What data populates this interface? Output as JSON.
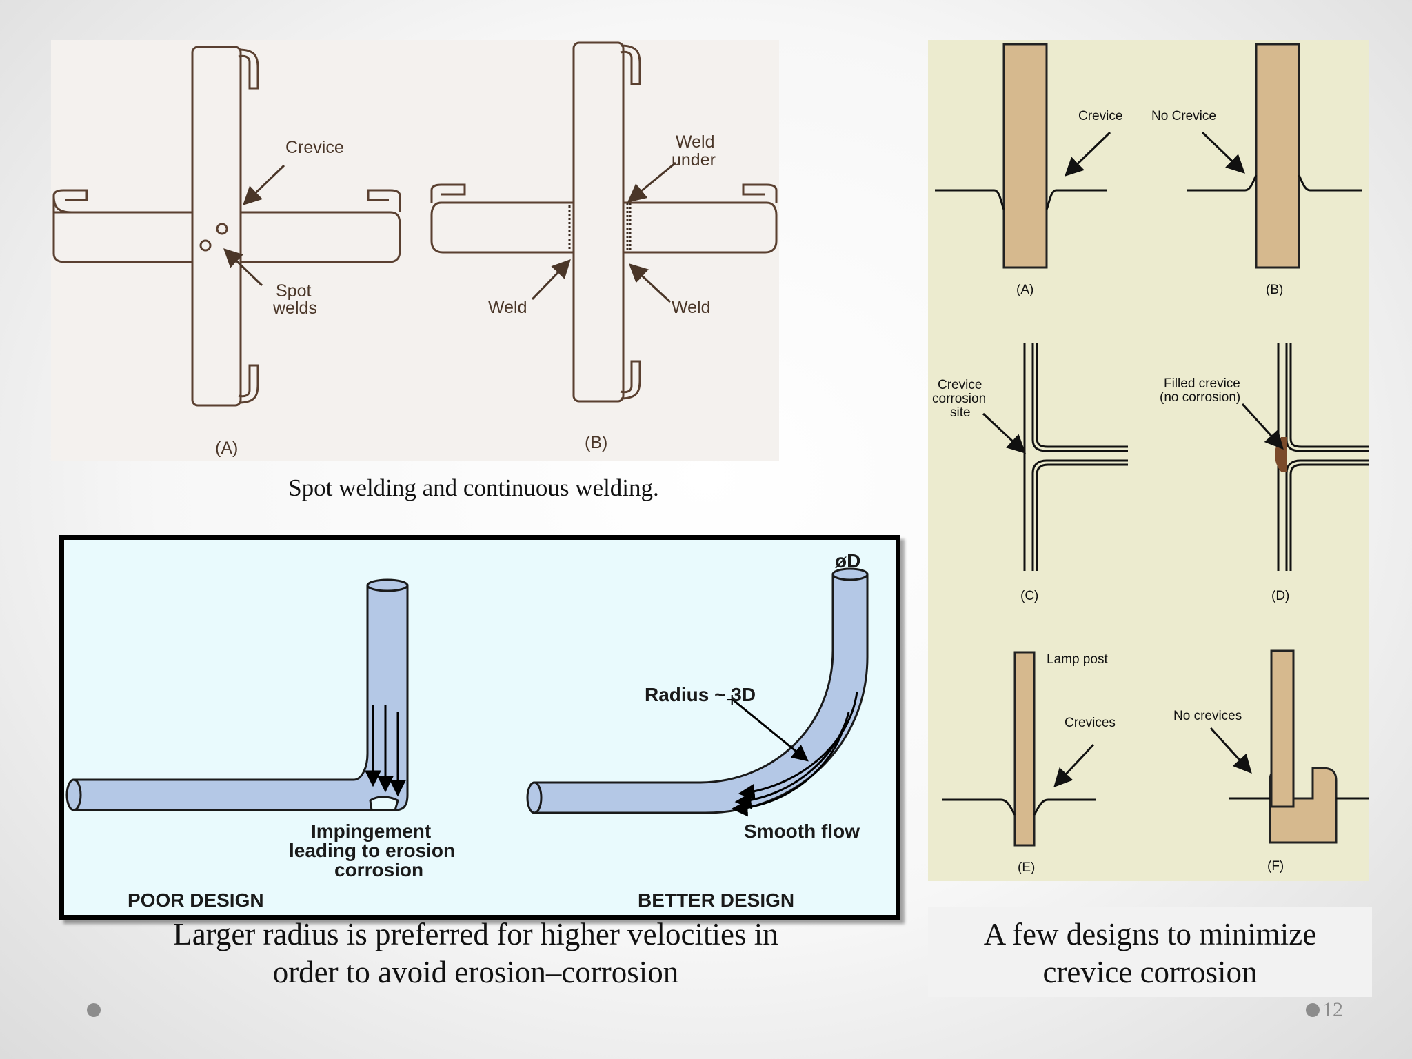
{
  "weld_figure": {
    "crevice": "Crevice",
    "spot_welds_1": "Spot",
    "spot_welds_2": "welds",
    "weld_under_1": "Weld",
    "weld_under_2": "under",
    "weld_left": "Weld",
    "weld_right": "Weld",
    "label_a": "(A)",
    "label_b": "(B)",
    "caption": "Spot welding and continuous welding."
  },
  "pipe_figure": {
    "diameter": "øD",
    "radius": "Radius ~ 3D",
    "impingement_1": "Impingement",
    "impingement_2": "leading to erosion",
    "impingement_3": "corrosion",
    "smooth_flow": "Smooth flow",
    "poor_design": "POOR DESIGN",
    "better_design": "BETTER DESIGN",
    "caption_line1": "Larger radius is preferred for higher velocities in",
    "caption_line2": "order to avoid erosion–corrosion"
  },
  "crevice_figure": {
    "crevice": "Crevice",
    "no_crevice": "No Crevice",
    "label_a": "(A)",
    "label_b": "(B)",
    "crevice_site_1": "Crevice",
    "crevice_site_2": "corrosion",
    "crevice_site_3": "site",
    "filled_1": "Filled crevice",
    "filled_2": "(no corrosion)",
    "label_c": "(C)",
    "label_d": "(D)",
    "lamp_post": "Lamp post",
    "crevices": "Crevices",
    "no_crevices": "No crevices",
    "label_e": "(E)",
    "label_f": "(F)",
    "caption_line1": "A few designs to minimize",
    "caption_line2": "crevice corrosion"
  },
  "slide": {
    "page_number": "12"
  },
  "colors": {
    "weld_line": "#5a4030",
    "pipe_fill": "#b4c8e6",
    "tan_fill": "#d6b98e",
    "crevice_bg": "#ecebcf"
  }
}
